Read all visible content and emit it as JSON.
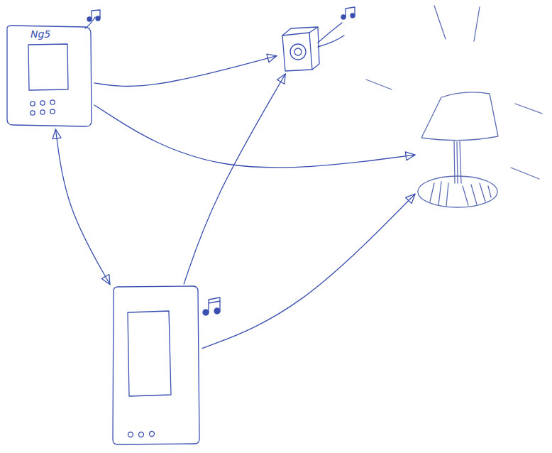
{
  "diagram": {
    "nodes": [
      {
        "text": [
          "Ng5"
        ]
      },
      {
        "text": []
      },
      {
        "text": []
      },
      {
        "text": []
      }
    ],
    "edges": [
      {
        "from": 0,
        "to": 1,
        "arrow": "to"
      },
      {
        "from": 0,
        "to": 2,
        "arrow": "to"
      },
      {
        "from": 0,
        "to": 3,
        "arrow": "both"
      },
      {
        "from": 3,
        "to": 1,
        "arrow": "to"
      },
      {
        "from": 3,
        "to": 2,
        "arrow": "to"
      }
    ]
  }
}
